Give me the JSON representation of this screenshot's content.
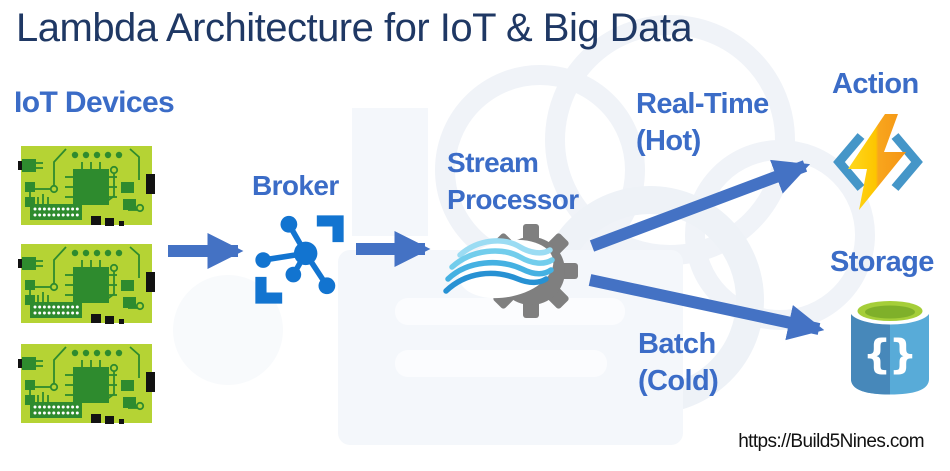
{
  "title": "Lambda Architecture for IoT & Big Data",
  "footer": {
    "url": "https://Build5Nines.com"
  },
  "nodes": {
    "iot_devices": {
      "label": "IoT Devices",
      "icon": "circuit-board-icon",
      "device_count": 3
    },
    "broker": {
      "label": "Broker",
      "icon": "iot-hub-icon"
    },
    "stream_processor": {
      "label_line1": "Stream",
      "label_line2": "Processor",
      "icon": "gear-with-waves-icon"
    },
    "action": {
      "label": "Action",
      "icon": "lightning-bolt-icon"
    },
    "storage": {
      "label": "Storage",
      "icon": "database-braces-icon"
    }
  },
  "flows": {
    "hot": {
      "line1": "Real-Time",
      "line2": "(Hot)"
    },
    "cold": {
      "line1": "Batch",
      "line2": "(Cold)"
    }
  },
  "colors": {
    "title_navy": "#1f3864",
    "label_blue": "#3b6cc7",
    "arrow_blue": "#4472c4",
    "board_green": "#b5d334",
    "board_component_green": "#2e8b2e",
    "broker_blue": "#1274d0",
    "gear_gray": "#7f7f7f",
    "wave_light": "#9bdcf3",
    "wave_mid2": "#72cdec",
    "wave_mid": "#45b1e2",
    "wave_dark": "#2791d3",
    "bolt_yellow": "#ffd91f",
    "bolt_orange": "#f59414",
    "bracket_teal": "#4596c8",
    "storage_dark_blue": "#4788ba",
    "storage_light_blue": "#58abd8",
    "storage_lime": "#a5ce39",
    "storage_lime_dark": "#7fb02a",
    "url_text": "#111111"
  }
}
